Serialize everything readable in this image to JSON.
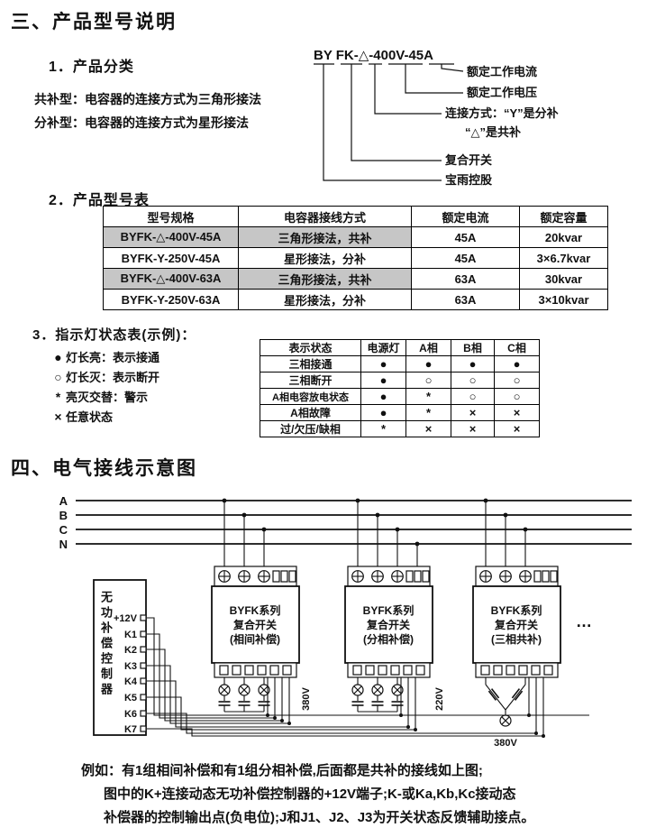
{
  "doc": {
    "section3_title": "三、产品型号说明",
    "section4_title": "四、电气接线示意图"
  },
  "classification": {
    "heading": "1．产品分类",
    "line1": "共补型：电容器的连接方式为三角形接法",
    "line2": "分补型：电容器的连接方式为星形接法"
  },
  "model_code": {
    "code": "BY FK-△-400V-45A",
    "label_current": "额定工作电流",
    "label_voltage": "额定工作电压",
    "label_conn1": "连接方式：“Y”是分补",
    "label_conn2": "“△”是共补",
    "label_switch": "复合开关",
    "label_brand": "宝雨控股"
  },
  "model_table": {
    "heading": "2．产品型号表",
    "headers": [
      "型号规格",
      "电容器接线方式",
      "额定电流",
      "额定容量"
    ],
    "rows": [
      {
        "model": "BYFK-△-400V-45A",
        "wiring": "三角形接法，共补",
        "current": "45A",
        "capacity": "20kvar"
      },
      {
        "model": "BYFK-Y-250V-45A",
        "wiring": "星形接法，分补",
        "current": "45A",
        "capacity": "3×6.7kvar"
      },
      {
        "model": "BYFK-△-400V-63A",
        "wiring": "三角形接法，共补",
        "current": "63A",
        "capacity": "30kvar"
      },
      {
        "model": "BYFK-Y-250V-63A",
        "wiring": "星形接法，分补",
        "current": "63A",
        "capacity": "3×10kvar"
      }
    ]
  },
  "indicator": {
    "heading": "3．指示灯状态表(示例)：",
    "legend": [
      {
        "symbol": "●",
        "text": "灯长亮：表示接通"
      },
      {
        "symbol": "○",
        "text": "灯长灭：表示断开"
      },
      {
        "symbol": "*",
        "text": "亮灭交替：警示"
      },
      {
        "symbol": "×",
        "text": "任意状态"
      }
    ],
    "headers": [
      "表示状态",
      "电源灯",
      "A相",
      "B相",
      "C相"
    ],
    "rows": [
      {
        "state": "三相接通",
        "power": "●",
        "a": "●",
        "b": "●",
        "c": "●"
      },
      {
        "state": "三相断开",
        "power": "●",
        "a": "○",
        "b": "○",
        "c": "○"
      },
      {
        "state": "A相电容放电状态",
        "power": "●",
        "a": "*",
        "b": "○",
        "c": "○"
      },
      {
        "state": "A相故障",
        "power": "●",
        "a": "*",
        "b": "×",
        "c": "×"
      },
      {
        "state": "过/欠压/缺相",
        "power": "*",
        "a": "×",
        "b": "×",
        "c": "×"
      }
    ]
  },
  "wiring": {
    "bus": [
      "A",
      "B",
      "C",
      "N"
    ],
    "controller_label": "无功补偿控制器",
    "terminals": [
      "+12V",
      "K1",
      "K2",
      "K3",
      "K4",
      "K5",
      "K6",
      "K7"
    ],
    "modules": [
      {
        "l1": "BYFK系列",
        "l2": "复合开关",
        "l3": "(相间补偿)",
        "v": "380V"
      },
      {
        "l1": "BYFK系列",
        "l2": "复合开关",
        "l3": "(分相补偿)",
        "v": "220V"
      },
      {
        "l1": "BYFK系列",
        "l2": "复合开关",
        "l3": "(三相共补)",
        "v": "380V"
      }
    ],
    "more": "…",
    "notes": [
      "例如：有1组相间补偿和有1组分相补偿,后面都是共补的接线如上图;",
      "图中的K+连接动态无功补偿控制器的+12V端子;K-或Ka,Kb,Kc接动态",
      "补偿器的控制输出点(负电位);J和J1、J2、J3为开关状态反馈辅助接点。"
    ]
  }
}
